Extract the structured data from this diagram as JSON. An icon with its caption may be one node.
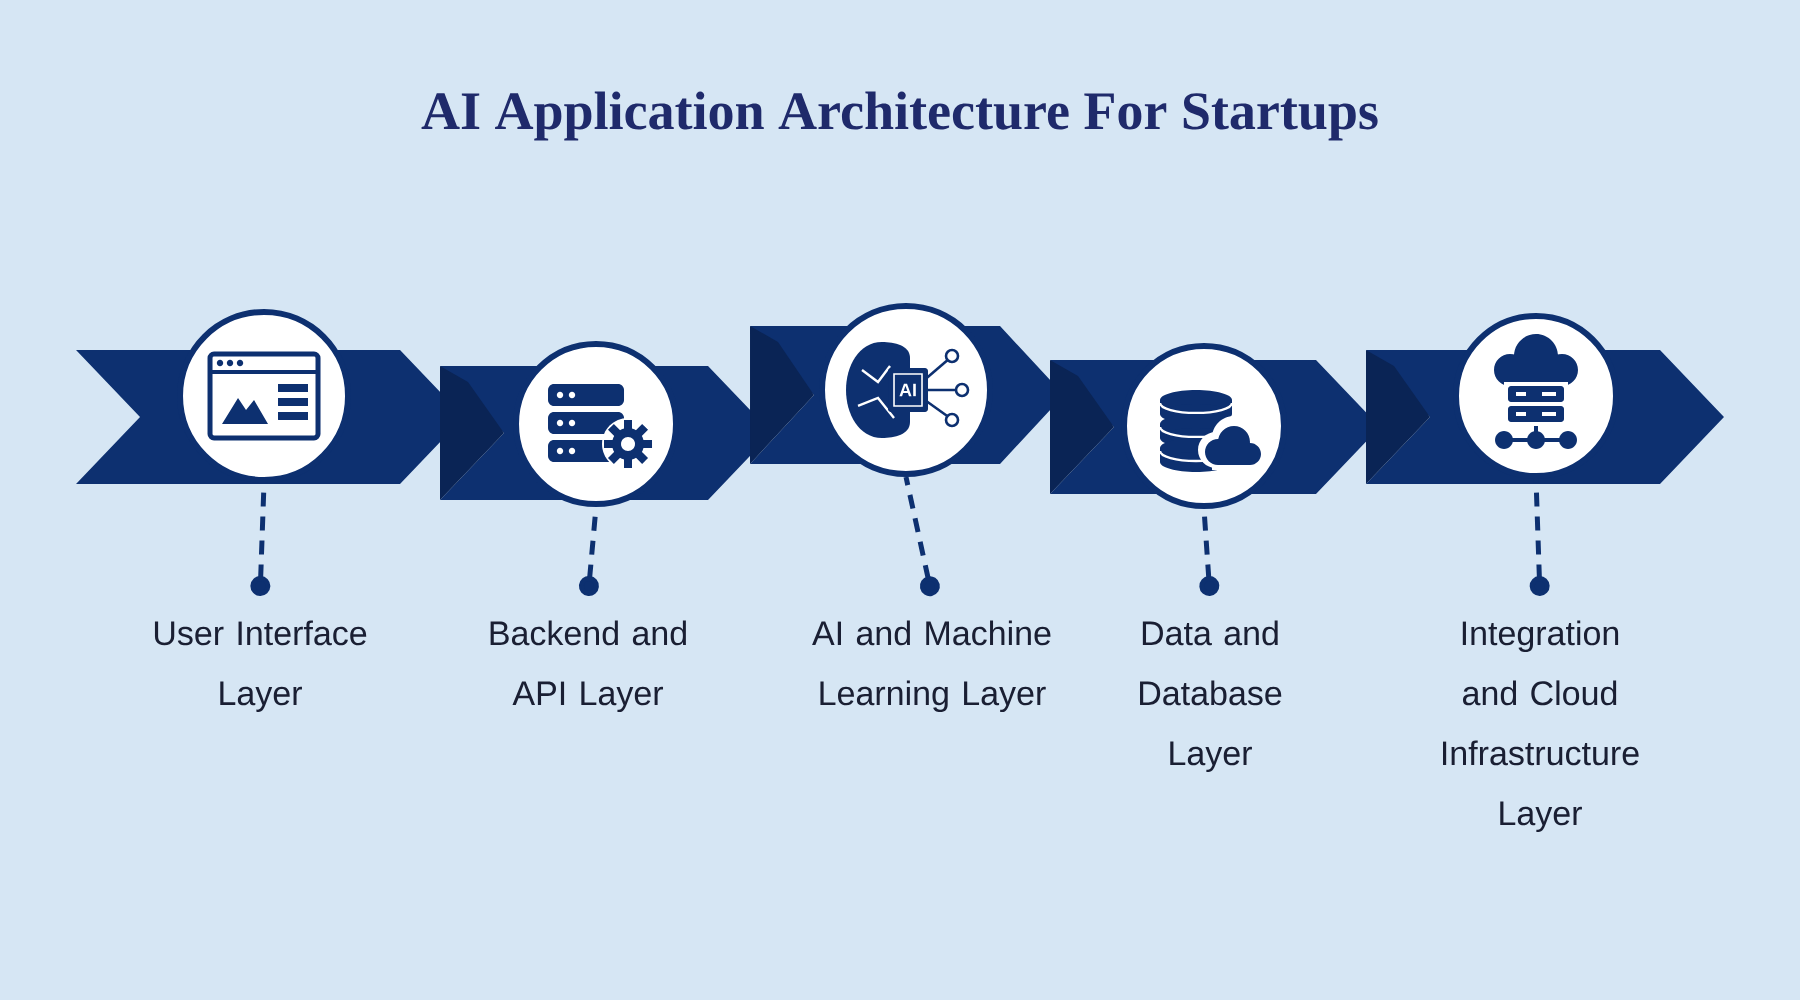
{
  "diagram": {
    "title": "AI Application Architecture For Startups",
    "nodes": [
      {
        "text": [],
        "shape": "circle"
      },
      {
        "text": [],
        "shape": "circle"
      },
      {
        "text": [],
        "shape": "circle"
      },
      {
        "text": [],
        "shape": "circle"
      },
      {
        "text": [],
        "shape": "circle"
      },
      {
        "text": [
          "User Interface Layer"
        ]
      },
      {
        "text": [
          "Backend and API Layer"
        ]
      },
      {
        "text": [
          "AI and Machine Learning Layer"
        ]
      },
      {
        "text": [
          "Data and Database Layer"
        ]
      },
      {
        "text": [
          "Integration and Cloud Infrastructure Layer"
        ]
      }
    ],
    "edges": [
      {
        "from": 5,
        "to": 0,
        "arrow": "other",
        "style": "dashed"
      },
      {
        "from": 6,
        "to": 1,
        "arrow": "other",
        "style": "dashed"
      },
      {
        "from": 7,
        "to": 2,
        "arrow": "other",
        "style": "dashed"
      },
      {
        "from": 8,
        "to": 3,
        "arrow": "other",
        "style": "dashed"
      },
      {
        "from": 9,
        "to": 4,
        "arrow": "other",
        "style": "dashed"
      }
    ],
    "labels": [
      "AI"
    ]
  }
}
